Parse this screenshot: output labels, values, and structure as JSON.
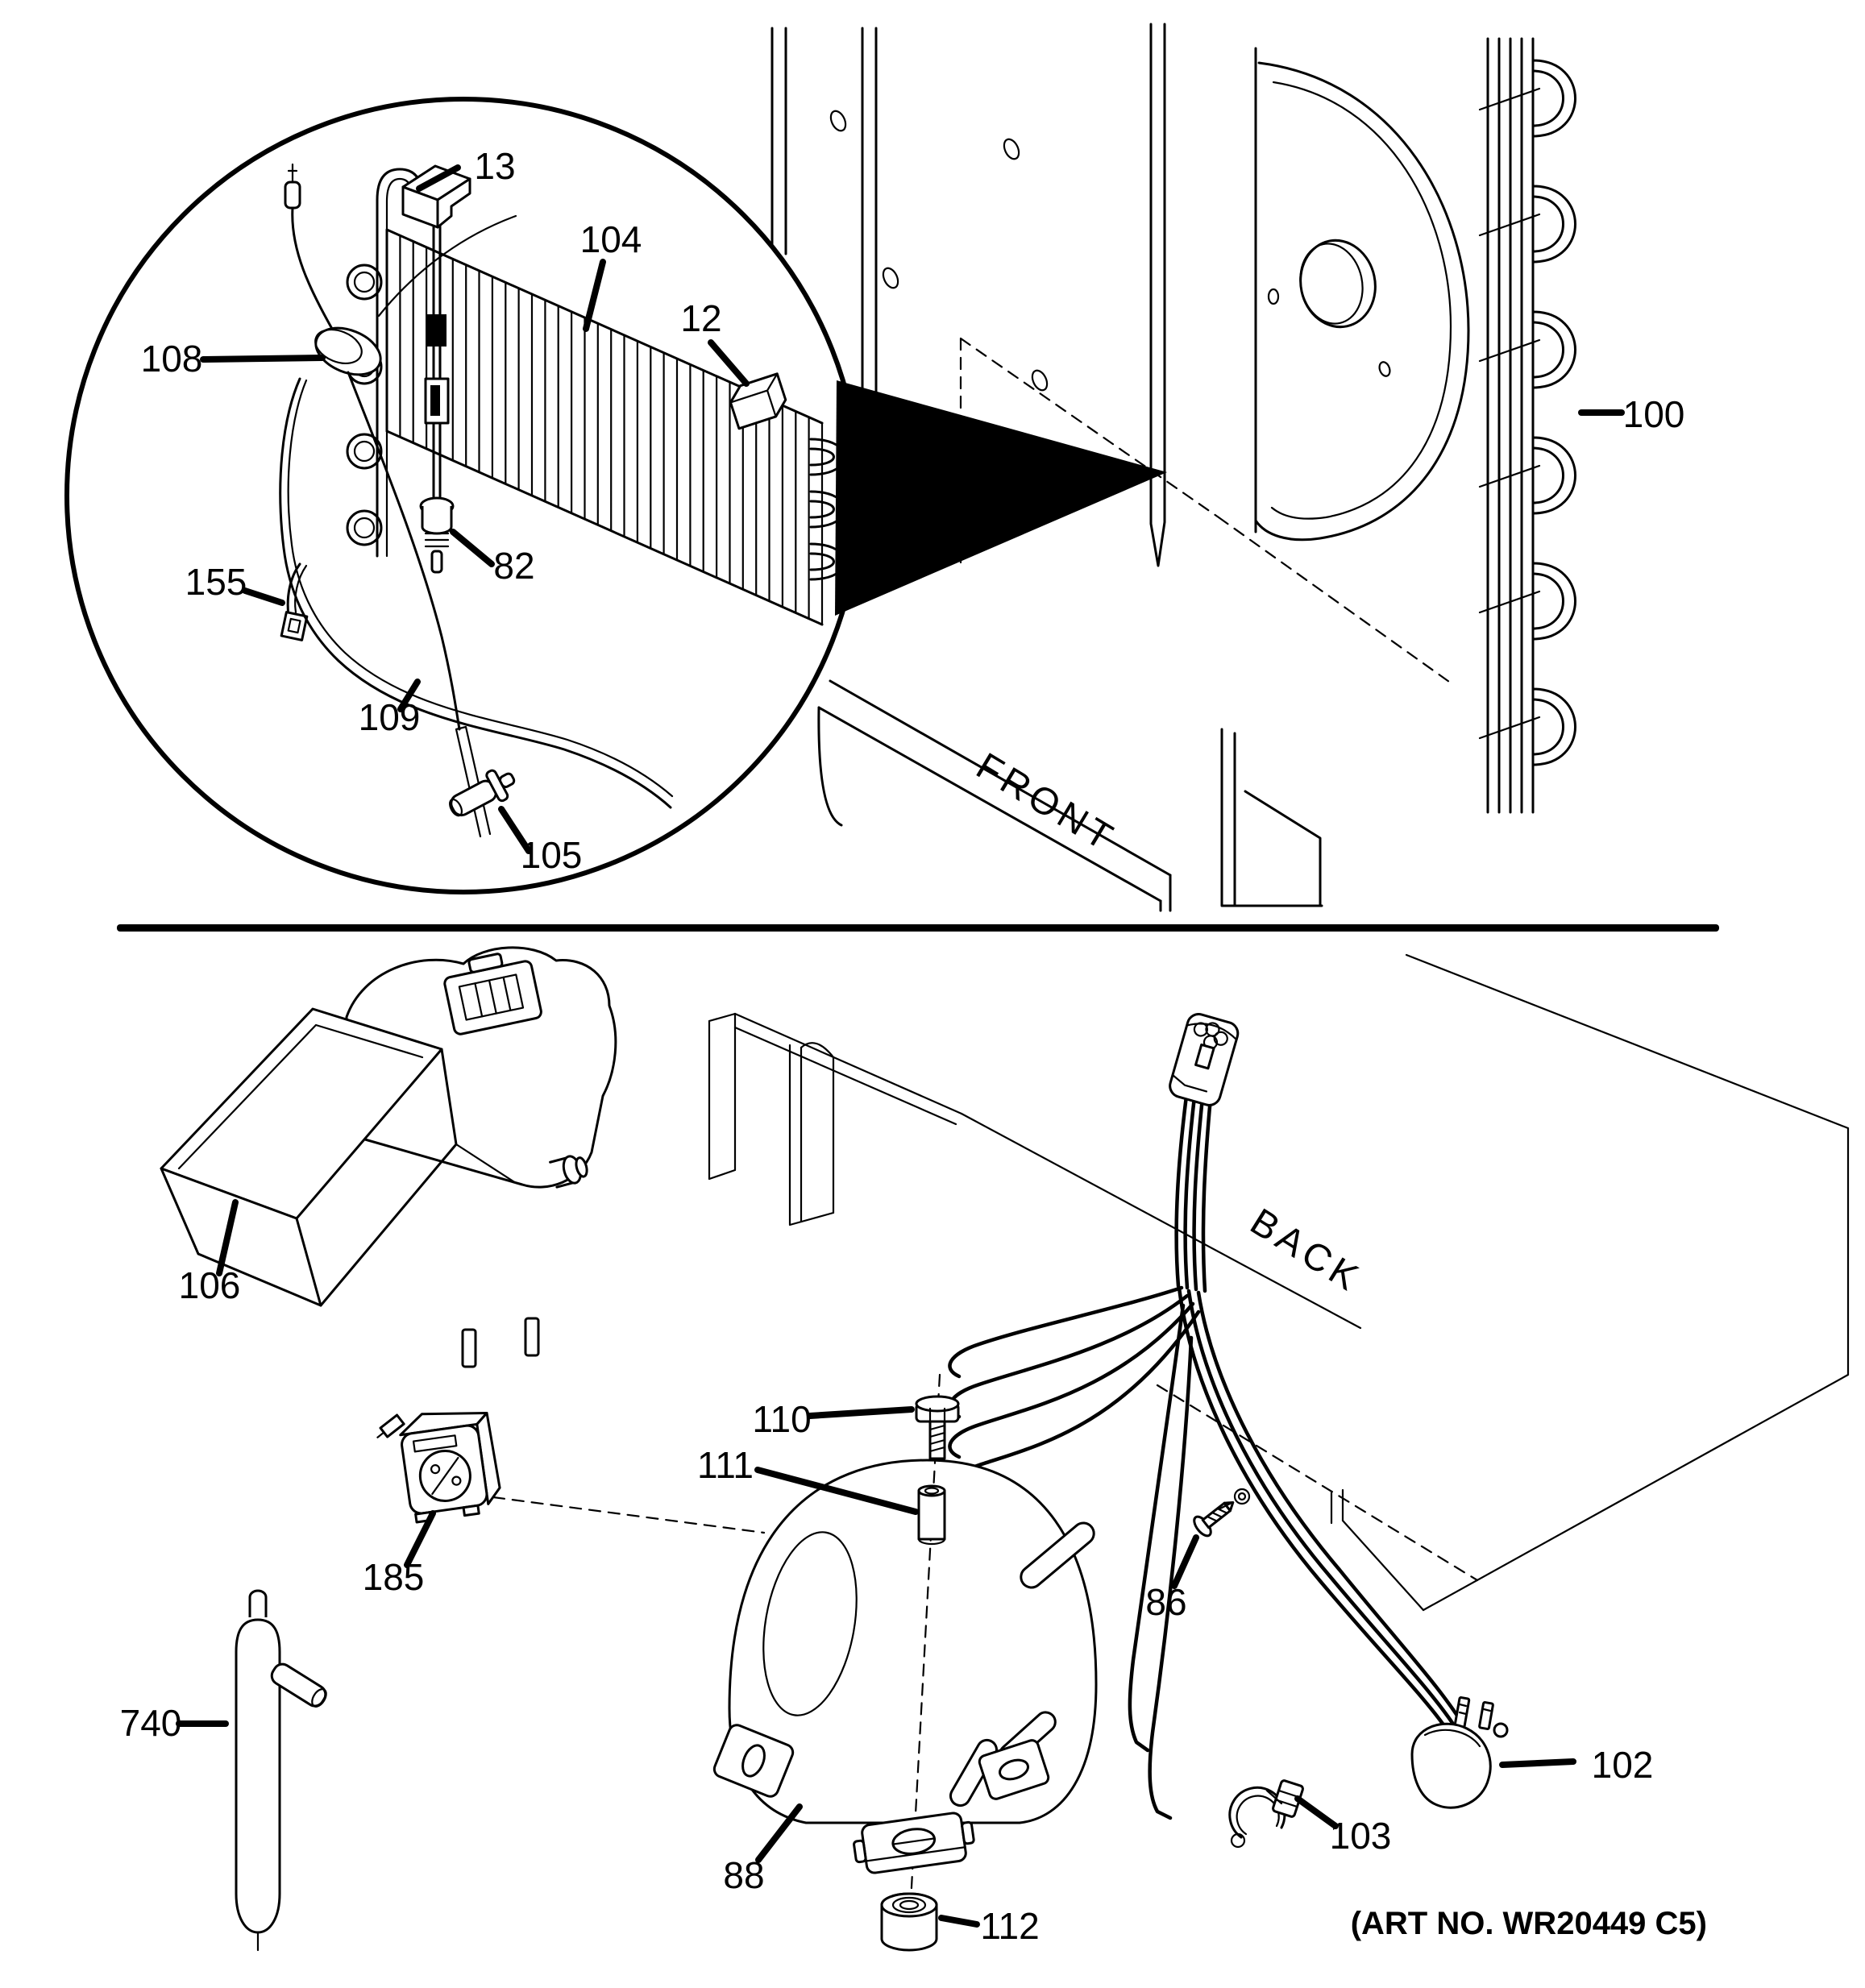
{
  "diagram": {
    "art_no": "(ART NO. WR20449 C5)",
    "front_label": "FRONT",
    "back_label": "BACK"
  },
  "callouts": {
    "c13": "13",
    "c104": "104",
    "c12": "12",
    "c108": "108",
    "c82": "82",
    "c155": "155",
    "c109": "109",
    "c105": "105",
    "c100": "100",
    "c106": "106",
    "c110": "110",
    "c111": "111",
    "c185": "185",
    "c86": "86",
    "c740": "740",
    "c88": "88",
    "c102": "102",
    "c103": "103",
    "c112": "112"
  }
}
